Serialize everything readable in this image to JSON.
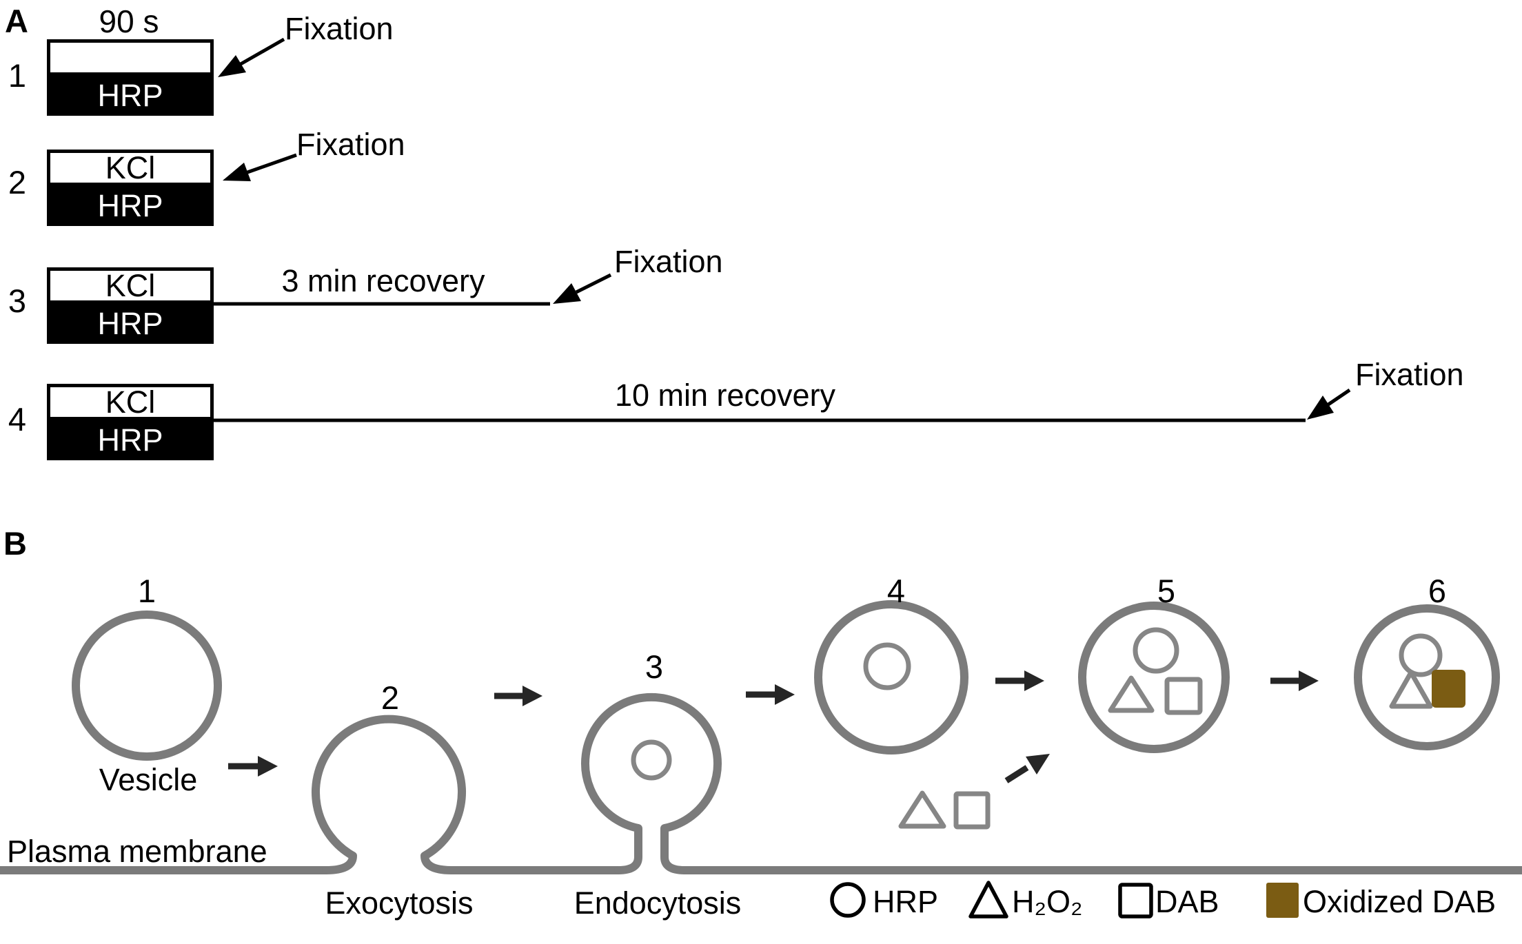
{
  "colors": {
    "membrane_gray": "#7b7b7b",
    "symbol_gray": "#868686",
    "black": "#000000",
    "oxidized_dab": "#7b5c13"
  },
  "panel_a": {
    "label": "A",
    "duration_label": "90 s",
    "rows": [
      {
        "num": "1",
        "top_label": "",
        "bottom_label": "HRP",
        "recovery": "",
        "fixation": "Fixation"
      },
      {
        "num": "2",
        "top_label": "KCl",
        "bottom_label": "HRP",
        "recovery": "",
        "fixation": "Fixation"
      },
      {
        "num": "3",
        "top_label": "KCl",
        "bottom_label": "HRP",
        "recovery": "3 min recovery",
        "fixation": "Fixation"
      },
      {
        "num": "4",
        "top_label": "KCl",
        "bottom_label": "HRP",
        "recovery": "10 min recovery",
        "fixation": "Fixation"
      }
    ]
  },
  "panel_b": {
    "label": "B",
    "steps": [
      "1",
      "2",
      "3",
      "4",
      "5",
      "6"
    ],
    "vesicle_label": "Vesicle",
    "plasma_membrane_label": "Plasma membrane",
    "exocytosis_label": "Exocytosis",
    "endocytosis_label": "Endocytosis",
    "legend": [
      {
        "symbol": "circle-outline",
        "label": "HRP"
      },
      {
        "symbol": "triangle-outline",
        "label": "H₂O₂"
      },
      {
        "symbol": "square-outline",
        "label": "DAB"
      },
      {
        "symbol": "square-filled-brown",
        "label": "Oxidized DAB"
      }
    ]
  }
}
